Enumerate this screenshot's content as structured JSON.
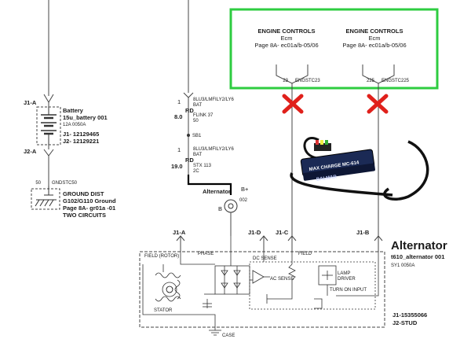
{
  "engine_controls": [
    {
      "title": "ENGINE CONTROLS",
      "module": "Ecm",
      "page": "Page 8A- ec01a/b-05/06",
      "pin": "23",
      "circuit": "ENGSTC23"
    },
    {
      "title": "ENGINE CONTROLS",
      "module": "Ecm",
      "page": "Page 8A- ec01a/b-05/06",
      "pin": "225",
      "circuit": "ENGSTC225"
    }
  ],
  "highlight_color": "#2ecc40",
  "x_mark_color": "#e0201b",
  "battery": {
    "conn_top": "J1-A",
    "conn_bottom": "J2-A",
    "name": "Battery",
    "id": "15u_battery  001",
    "rating": "12A      0050A",
    "j1": "J1- 12129465",
    "j2": "J2- 12129221"
  },
  "ground_dist": {
    "pin": "50",
    "circuit": "GNDSTC50",
    "name": "GROUND DIST",
    "grounds": "G102/G110 Ground",
    "page": "Page 8A- gr01a -01",
    "note": "TWO CIRCUITS"
  },
  "wire1": {
    "pin": "1",
    "spec": "8LU3/LMFILY2/LY6",
    "bat": "BAT",
    "color": "RD",
    "gauge": "8.0",
    "fusible": "FLINK  37",
    "fus2": "50"
  },
  "sb1": "SB1",
  "wire2": {
    "pin": "1",
    "spec": "8LU3/LMFILY2/LY6",
    "bat": "BAT",
    "color": "RD",
    "gauge": "19.0",
    "stx": "STX        113",
    "stx2": "2C"
  },
  "alternator_small": {
    "label": "Alternator",
    "bplus": "B+",
    "num": "002",
    "b": "B"
  },
  "connectors": {
    "j1a": "J1-A",
    "j1d": "J1-D",
    "j1c": "J1-C",
    "j1b": "J1-B"
  },
  "alt_title": "Alternator",
  "alt_id": "t610_alternator  001",
  "alt_sub": "SY1            0050A",
  "alt_j1": "J1-15355066",
  "alt_j2": "J2-STUD",
  "box_labels": {
    "field_rotor": "FIELD (ROTOR)",
    "phase": "PHASE",
    "dc_sense": "DC SENSE",
    "field": "FIELD",
    "ac_sense": "AC SENSE",
    "lamp": "LAMP",
    "driver": "DRIVER",
    "turn_on": "TURN ON  INPUT",
    "stator": "STATOR",
    "case": "CASE"
  },
  "charger": {
    "line1": "MAX CHARGE MC-614",
    "line2": "BALMAR"
  }
}
